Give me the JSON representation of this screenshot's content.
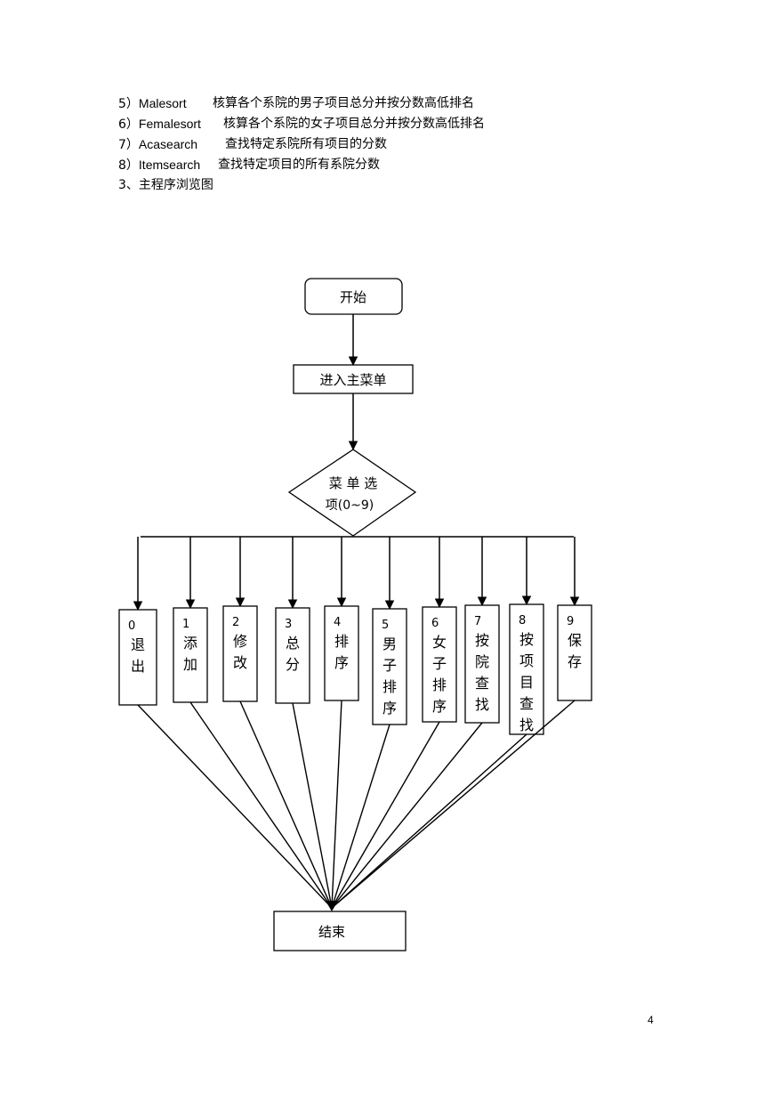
{
  "list": [
    {
      "num": "5）",
      "cmd": "Malesort",
      "desc": "核算各个系院的男子项目总分并按分数高低排名"
    },
    {
      "num": "6）",
      "cmd": "Femalesort",
      "desc": "核算各个系院的女子项目总分并按分数高低排名"
    },
    {
      "num": "7）",
      "cmd": "Acasearch",
      "desc": "查找特定系院所有项目的分数"
    },
    {
      "num": "8）",
      "cmd": "Itemsearch",
      "desc": "查找特定项目的所有系院分数"
    }
  ],
  "section_heading": "3、主程序浏览图",
  "flowchart": {
    "start": "开始",
    "menu": "进入主菜单",
    "decision_line1": "菜 单 选",
    "decision_line2": "项(0~9)",
    "options": [
      {
        "num": "0",
        "label": [
          "退",
          "出"
        ]
      },
      {
        "num": "1",
        "label": [
          "添",
          "加"
        ]
      },
      {
        "num": "2",
        "label": [
          "修",
          "改"
        ]
      },
      {
        "num": "3",
        "label": [
          "总",
          "分"
        ]
      },
      {
        "num": "4",
        "label": [
          "排",
          "序"
        ]
      },
      {
        "num": "5",
        "label": [
          "男",
          "子",
          "排",
          "序"
        ]
      },
      {
        "num": "6",
        "label": [
          "女",
          "子",
          "排",
          "序"
        ]
      },
      {
        "num": "7",
        "label": [
          "按",
          "院",
          "查",
          "找"
        ]
      },
      {
        "num": "8",
        "label": [
          "按",
          "项",
          "目",
          "查",
          "找"
        ]
      },
      {
        "num": "9",
        "label": [
          "保",
          "存"
        ]
      }
    ],
    "end": "结束"
  },
  "page_number": "4"
}
